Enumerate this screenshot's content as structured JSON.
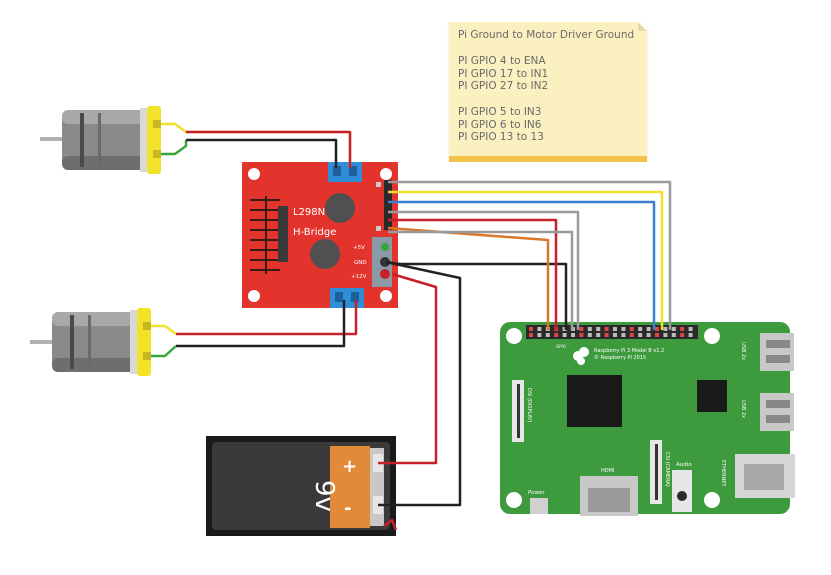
{
  "note": {
    "line1": "Pi Ground to Motor Driver Ground",
    "group1": [
      "PI GPIO 4 to ENA",
      "PI GPIO 17 to IN1",
      "PI GPIO 27 to IN2"
    ],
    "group2": [
      "PI GPIO 5 to IN3",
      "PI GPIO 6 to IN6",
      "PI GPIO 13 to 13"
    ]
  },
  "driver": {
    "title_line1": "L298N",
    "title_line2": "H-Bridge",
    "pin_5v": "+5V",
    "pin_gnd": "GND",
    "pin_12v": "+12V"
  },
  "battery": {
    "label": "9v",
    "plus": "+",
    "minus": "-"
  },
  "pi": {
    "model_line1": "Raspberry Pi 3 Model B v1.2",
    "model_line2": "© Raspberry Pi 2015",
    "hdmi": "HDMI",
    "audio": "Audio",
    "power": "Power",
    "ethernet": "ETHERNET",
    "usb1": "USB 2x",
    "usb2": "USB 2x",
    "display": "DSI (DISPLAY)",
    "camera": "CSI (CAMERA)",
    "gpio": "GPIO"
  },
  "colors": {
    "board_red": "#e2342d",
    "pi_green": "#3d9a3d",
    "wire_red": "#c8202a",
    "wire_black": "#222222",
    "wire_green": "#3aa63a",
    "wire_yellow": "#f0e030",
    "wire_gray": "#9a9a9a",
    "wire_blue": "#3b7fd0",
    "wire_orange": "#d8782a",
    "motor_yellow": "#f2e22a",
    "note_bg": "#fbf0c0"
  }
}
